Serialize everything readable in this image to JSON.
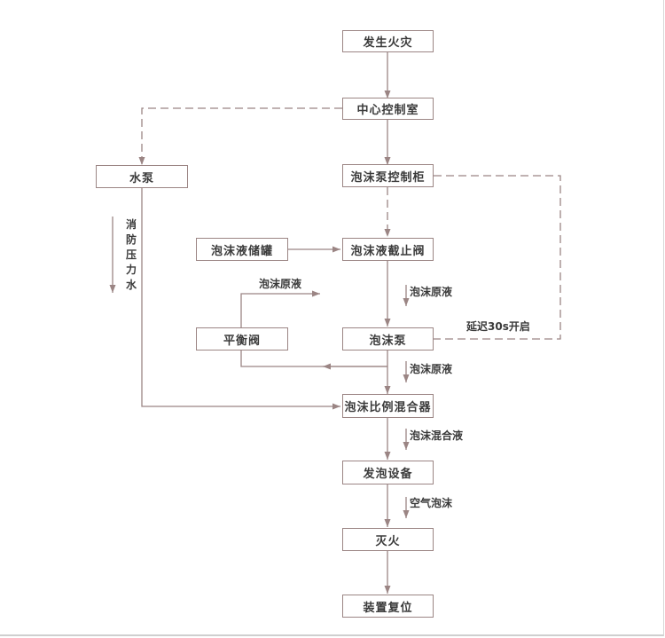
{
  "nodes": {
    "fire": "发生火灾",
    "control_room": "中心控制室",
    "water_pump": "水泵",
    "foam_pump_cabinet": "泡沫泵控制柜",
    "foam_tank": "泡沫液储罐",
    "foam_valve": "泡沫液截止阀",
    "balance_valve": "平衡阀",
    "foam_pump": "泡沫泵",
    "proportioner": "泡沫比例混合器",
    "foam_device": "发泡设备",
    "extinguish": "灭火",
    "reset": "装置复位"
  },
  "labels": {
    "fire_pressure_water": "消防压力水",
    "foam_concentrate_return": "泡沫原液",
    "foam_concentrate_1": "泡沫原液",
    "foam_concentrate_2": "泡沫原液",
    "delay_start": "延迟30s开启",
    "foam_mixture": "泡沫混合液",
    "air_foam": "空气泡沫"
  },
  "colors": {
    "line": "#9b8584",
    "text": "#3a3a3a"
  }
}
